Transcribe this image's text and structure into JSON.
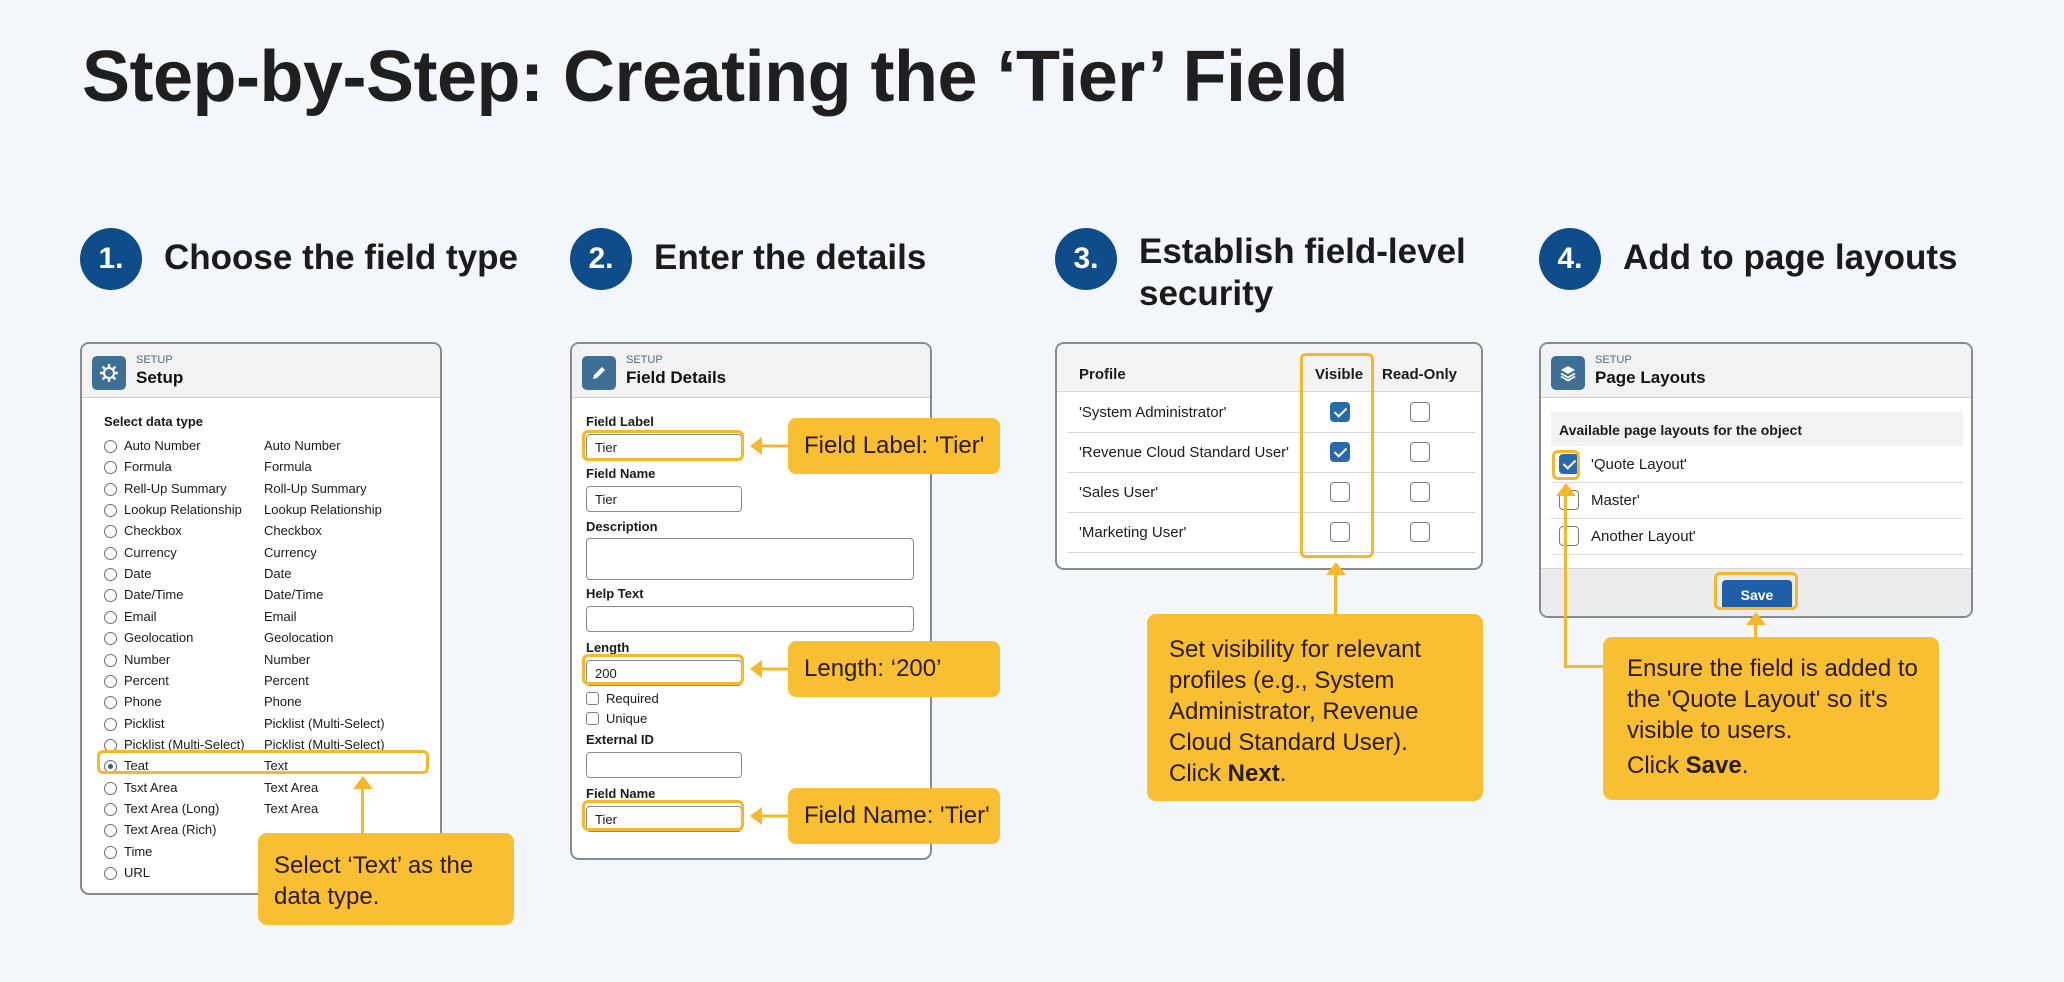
{
  "page": {
    "title": "Step-by-Step: Creating the ‘Tier’ Field"
  },
  "steps": [
    {
      "number": "1.",
      "title": "Choose the field type"
    },
    {
      "number": "2.",
      "title": "Enter the details"
    },
    {
      "number": "3.",
      "title_line1": "Establish field-level",
      "title_line2": "security"
    },
    {
      "number": "4.",
      "title": "Add to page layouts"
    }
  ],
  "panel1": {
    "eyebrow": "SETUP",
    "title": "Setup",
    "icon": "gear-icon",
    "section_label": "Select data type",
    "selected_index": 15,
    "types": [
      {
        "option": "Auto Number",
        "desc": "Auto Number"
      },
      {
        "option": "Formula",
        "desc": "Formula"
      },
      {
        "option": "Rell-Up Summary",
        "desc": "Roll-Up Summary"
      },
      {
        "option": "Lookup Relationship",
        "desc": "Lookup Relationship"
      },
      {
        "option": "Checkbox",
        "desc": "Checkbox"
      },
      {
        "option": "Currency",
        "desc": "Currency"
      },
      {
        "option": "Date",
        "desc": "Date"
      },
      {
        "option": "Date/Time",
        "desc": "Date/Time"
      },
      {
        "option": "Email",
        "desc": "Email"
      },
      {
        "option": "Geolocation",
        "desc": "Geolocation"
      },
      {
        "option": "Number",
        "desc": "Number"
      },
      {
        "option": "Percent",
        "desc": "Percent"
      },
      {
        "option": "Phone",
        "desc": "Phone"
      },
      {
        "option": "Picklist",
        "desc": "Picklist (Multi-Select)"
      },
      {
        "option": "Picklist (Multi-Select)",
        "desc": "Picklist (Multi-Select)"
      },
      {
        "option": "Teat",
        "desc": "Text"
      },
      {
        "option": "Tsxt Area",
        "desc": "Text Area"
      },
      {
        "option": "Text Area (Long)",
        "desc": "Text Area"
      },
      {
        "option": "Text Area (Rich)",
        "desc": ""
      },
      {
        "option": "Time",
        "desc": ""
      },
      {
        "option": "URL",
        "desc": ""
      }
    ],
    "callout": "Select ‘Text’ as the data type."
  },
  "panel2": {
    "eyebrow": "SETUP",
    "title": "Field Details",
    "icon": "pencil-icon",
    "field_label_label": "Field Label",
    "field_label_value": "Tier",
    "field_name_label": "Field Name",
    "field_name_value": "Tier",
    "description_label": "Description",
    "description_value": "",
    "help_text_label": "Help Text",
    "help_text_value": "",
    "length_label": "Length",
    "length_value": "200",
    "required_label": "Required",
    "unique_label": "Unique",
    "external_id_label": "External ID",
    "external_id_value": "",
    "field_name2_label": "Field Name",
    "field_name2_value": "Tier",
    "callout_label": "Field Label: 'Tier'",
    "callout_length": "Length: ‘200’",
    "callout_name": "Field Name: 'Tier'"
  },
  "panel3": {
    "headers": {
      "profile": "Profile",
      "visible": "Visible",
      "readonly": "Read-Only"
    },
    "rows": [
      {
        "profile": "'System Administrator'",
        "visible": true,
        "readonly": false
      },
      {
        "profile": "'Revenue Cloud Standard User'",
        "visible": true,
        "readonly": false
      },
      {
        "profile": "'Sales User'",
        "visible": false,
        "readonly": false
      },
      {
        "profile": "'Marketing User'",
        "visible": false,
        "readonly": false
      }
    ],
    "callout_text": "Set visibility for relevant profiles (e.g., System Administrator, Revenue Cloud Standard User). Click ",
    "callout_bold": "Next",
    "callout_end": "."
  },
  "panel4": {
    "eyebrow": "SETUP",
    "title": "Page Layouts",
    "icon": "layers-icon",
    "section_label": "Available page layouts for the object",
    "layouts": [
      {
        "label": "'Quote Layout'",
        "checked": true
      },
      {
        "label": "Master'",
        "checked": false
      },
      {
        "label": "Another Layout'",
        "checked": false
      }
    ],
    "save_label": "Save",
    "callout_text": "Ensure the field is added to the 'Quote Layout' so it's visible to users.",
    "callout_click": "Click ",
    "callout_bold": "Save",
    "callout_end": "."
  },
  "colors": {
    "accent_blue": "#0f4c8a",
    "callout_yellow": "#f8bf33",
    "highlight": "#f5b82a",
    "check_blue": "#2a69ab"
  }
}
